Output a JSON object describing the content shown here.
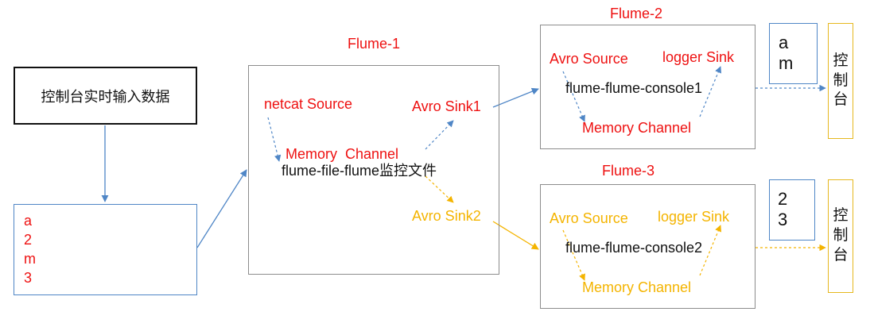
{
  "input_box": {
    "label": "控制台实时输入数据"
  },
  "data_box": {
    "lines": [
      "a",
      "2",
      "m",
      "3"
    ]
  },
  "flume1": {
    "title": "Flume-1",
    "netcat_source": "netcat Source",
    "memory_channel": "Memory  Channel",
    "config_label": "flume-file-flume监控文件",
    "sink1": "Avro Sink1",
    "sink2": "Avro Sink2"
  },
  "flume2": {
    "title": "Flume-2",
    "avro_source": "Avro Source",
    "logger_sink": "logger Sink",
    "config_label": "flume-flume-console1",
    "memory_channel": "Memory Channel",
    "output_lines": [
      "a",
      "m"
    ],
    "console_chars": [
      "控",
      "制",
      "台"
    ]
  },
  "flume3": {
    "title": "Flume-3",
    "avro_source": "Avro Source",
    "logger_sink": "logger Sink",
    "config_label": "flume-flume-console2",
    "memory_channel": "Memory Channel",
    "output_lines": [
      "2",
      "3"
    ],
    "console_chars": [
      "控",
      "制",
      "台"
    ]
  },
  "colors": {
    "red": "#ee1111",
    "yellow": "#f4b400",
    "blue": "#4f86c6",
    "gray": "#8c8c8c"
  }
}
